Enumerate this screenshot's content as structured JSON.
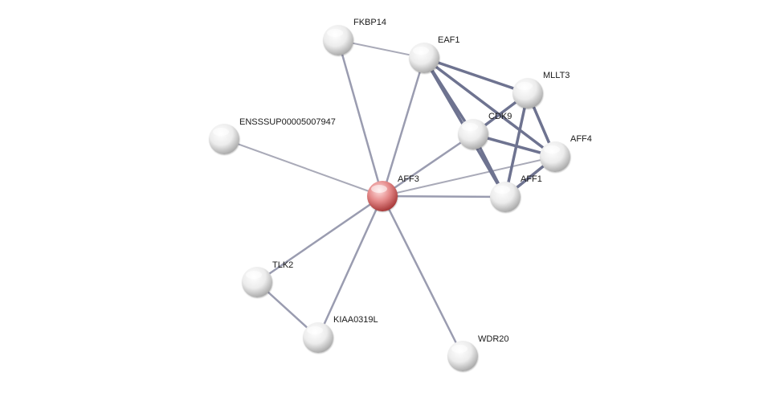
{
  "network": {
    "nodes": [
      {
        "id": "FKBP14",
        "label": "FKBP14",
        "query": false
      },
      {
        "id": "EAF1",
        "label": "EAF1",
        "query": false
      },
      {
        "id": "MLLT3",
        "label": "MLLT3",
        "query": false
      },
      {
        "id": "CDK9",
        "label": "CDK9",
        "query": false
      },
      {
        "id": "AFF4",
        "label": "AFF4",
        "query": false
      },
      {
        "id": "AFF1",
        "label": "AFF1",
        "query": false
      },
      {
        "id": "ENSSSUP00005007947",
        "label": "ENSSSUP00005007947",
        "query": false
      },
      {
        "id": "AFF3",
        "label": "AFF3",
        "query": true
      },
      {
        "id": "TLK2",
        "label": "TLK2",
        "query": false
      },
      {
        "id": "KIAA0319L",
        "label": "KIAA0319L",
        "query": false
      },
      {
        "id": "WDR20",
        "label": "WDR20",
        "query": false
      }
    ],
    "edges": [
      {
        "source": "FKBP14",
        "target": "EAF1",
        "strength": "weak"
      },
      {
        "source": "FKBP14",
        "target": "AFF3",
        "strength": "medium"
      },
      {
        "source": "ENSSSUP00005007947",
        "target": "AFF3",
        "strength": "weak"
      },
      {
        "source": "AFF3",
        "target": "EAF1",
        "strength": "medium"
      },
      {
        "source": "AFF3",
        "target": "CDK9",
        "strength": "medium"
      },
      {
        "source": "AFF3",
        "target": "AFF4",
        "strength": "weak"
      },
      {
        "source": "AFF3",
        "target": "AFF1",
        "strength": "medium"
      },
      {
        "source": "AFF3",
        "target": "TLK2",
        "strength": "medium"
      },
      {
        "source": "AFF3",
        "target": "KIAA0319L",
        "strength": "medium"
      },
      {
        "source": "AFF3",
        "target": "WDR20",
        "strength": "medium"
      },
      {
        "source": "TLK2",
        "target": "KIAA0319L",
        "strength": "medium"
      },
      {
        "source": "EAF1",
        "target": "MLLT3",
        "strength": "strong"
      },
      {
        "source": "EAF1",
        "target": "CDK9",
        "strength": "strong"
      },
      {
        "source": "EAF1",
        "target": "AFF4",
        "strength": "strong"
      },
      {
        "source": "EAF1",
        "target": "AFF1",
        "strength": "strong"
      },
      {
        "source": "MLLT3",
        "target": "CDK9",
        "strength": "strong"
      },
      {
        "source": "MLLT3",
        "target": "AFF4",
        "strength": "strong"
      },
      {
        "source": "MLLT3",
        "target": "AFF1",
        "strength": "strong"
      },
      {
        "source": "CDK9",
        "target": "AFF4",
        "strength": "strong"
      },
      {
        "source": "CDK9",
        "target": "AFF1",
        "strength": "strong"
      },
      {
        "source": "AFF4",
        "target": "AFF1",
        "strength": "strong"
      }
    ]
  },
  "colors": {
    "background": "#ffffff",
    "edge_weak": "#a9aab8",
    "edge_medium": "#9a9cb0",
    "edge_strong": "#6e7390",
    "node_default_light": "#ffffff",
    "node_default_mid": "#e6e6e6",
    "node_default_dark": "#9a9a9a",
    "node_query_light": "#ffd6d6",
    "node_query_mid": "#e07a7a",
    "node_query_dark": "#a83a3a",
    "label": "#1a1a1a"
  }
}
